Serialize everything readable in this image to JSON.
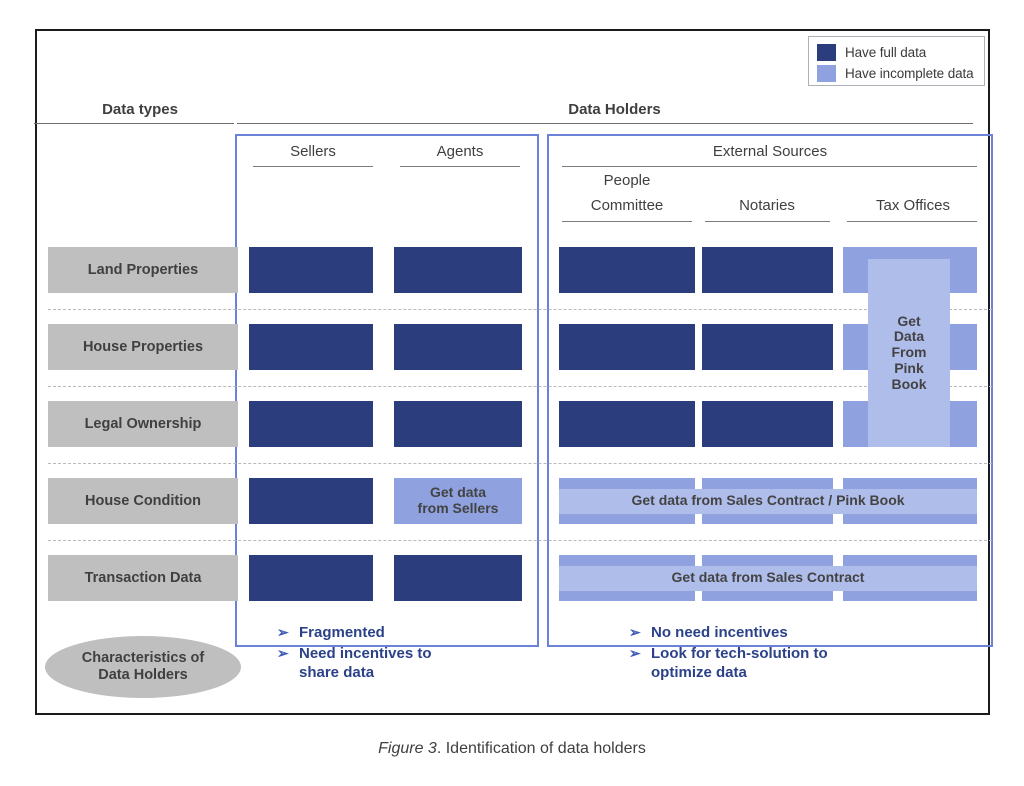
{
  "legend": {
    "items": [
      {
        "label": "Have full data",
        "color": "#2c3d7e",
        "key": "full"
      },
      {
        "label": "Have incomplete data",
        "color": "#8fa2df",
        "key": "incomplete"
      }
    ]
  },
  "headers": {
    "data_types": "Data types",
    "data_holders": "Data Holders"
  },
  "groups": [
    {
      "key": "internal",
      "title": "",
      "columns": [
        "Sellers",
        "Agents"
      ]
    },
    {
      "key": "external",
      "title": "External Sources",
      "columns": [
        "People\nCommittee",
        "Notaries",
        "Tax Offices"
      ]
    }
  ],
  "columns": [
    "Sellers",
    "Agents",
    "People Committee",
    "Notaries",
    "Tax Offices"
  ],
  "column_labels": {
    "sellers": "Sellers",
    "agents": "Agents",
    "external_sources": "External Sources",
    "people_committee_line1": "People",
    "people_committee_line2": "Committee",
    "notaries": "Notaries",
    "tax_offices": "Tax Offices"
  },
  "rows": [
    {
      "label": "Land Properties",
      "cells": [
        "full",
        "full",
        "full",
        "full",
        "incomplete"
      ]
    },
    {
      "label": "House Properties",
      "cells": [
        "full",
        "full",
        "full",
        "full",
        "incomplete"
      ]
    },
    {
      "label": "Legal Ownership",
      "cells": [
        "full",
        "full",
        "full",
        "full",
        "incomplete"
      ]
    },
    {
      "label": "House Condition",
      "cells": [
        "full",
        "incomplete",
        "incomplete",
        "incomplete",
        "incomplete"
      ]
    },
    {
      "label": "Transaction Data",
      "cells": [
        "full",
        "full",
        "incomplete",
        "incomplete",
        "incomplete"
      ]
    }
  ],
  "annotations": {
    "pink_book_vertical": "Get\nData\nFrom\nPink\nBook",
    "agents_house_condition": "Get data\nfrom Sellers",
    "house_condition_external": "Get data from Sales Contract / Pink Book",
    "transaction_external": "Get data from Sales Contract"
  },
  "characteristics": {
    "oval_label": "Characteristics of\nData Holders",
    "internal_bullets": [
      "Fragmented",
      "Need incentives to\nshare data"
    ],
    "external_bullets": [
      "No need incentives",
      "Look for  tech-solution to\noptimize data"
    ],
    "bullet_mark": "➢"
  },
  "caption": {
    "figure_label": "Figure 3",
    "text": ". Identification of data holders"
  },
  "colors": {
    "full_data": "#2c3d7e",
    "incomplete_data": "#8fa2df",
    "overlay": "#afbdeb",
    "group_outline": "#6b82d6",
    "row_label_bg": "#bfbfbf",
    "bullet_text": "#2b4289"
  }
}
